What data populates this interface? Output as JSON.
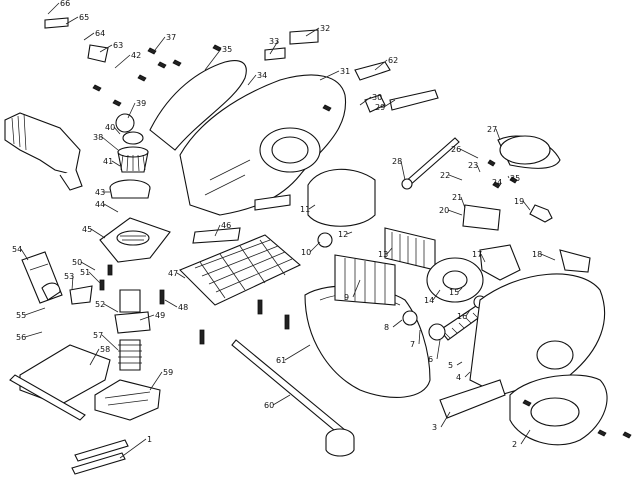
{
  "diagram": {
    "part_labels": [
      "66",
      "65",
      "64",
      "63",
      "42",
      "37",
      "35",
      "33",
      "32",
      "31",
      "62",
      "30",
      "29",
      "34",
      "39",
      "40",
      "38",
      "41",
      "43",
      "44",
      "45",
      "46",
      "47",
      "48",
      "49",
      "50",
      "51",
      "52",
      "53",
      "54",
      "55",
      "56",
      "57",
      "58",
      "59",
      "60",
      "61",
      "1",
      "2",
      "3",
      "4",
      "5",
      "6",
      "7",
      "8",
      "9",
      "10",
      "11",
      "12",
      "13",
      "14",
      "15",
      "16",
      "17",
      "18",
      "19",
      "20",
      "21",
      "22",
      "23",
      "24",
      "25",
      "26",
      "27",
      "28"
    ]
  }
}
